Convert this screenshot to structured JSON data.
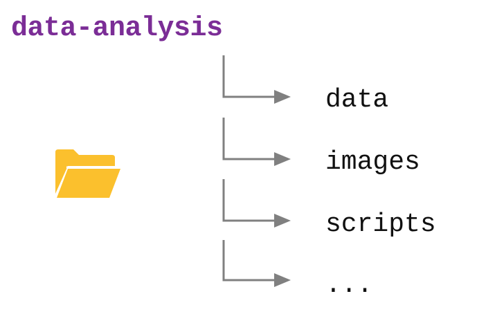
{
  "root": {
    "name": "data-analysis",
    "name_color": "#7b2d96",
    "icon": "open-folder-icon",
    "icon_color": "#fbc02d"
  },
  "connector_color": "#808080",
  "children": [
    {
      "name": "data"
    },
    {
      "name": "images"
    },
    {
      "name": "scripts"
    },
    {
      "name": "..."
    }
  ]
}
